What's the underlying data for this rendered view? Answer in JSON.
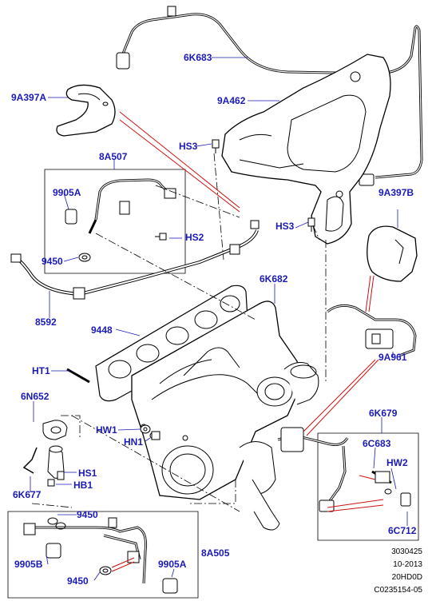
{
  "parts": {
    "p6K683": "6K683",
    "p9A397A": "9A397A",
    "p9A462": "9A462",
    "p8A507": "8A507",
    "pHS3a": "HS3",
    "p9905A_top": "9905A",
    "pHS3b": "HS3",
    "p9A397B": "9A397B",
    "pHS2": "HS2",
    "p9450_top": "9450",
    "p8592": "8592",
    "p6K682": "6K682",
    "p9448": "9448",
    "p9A961": "9A961",
    "pHT1": "HT1",
    "p6N652": "6N652",
    "p6K679": "6K679",
    "pHW1": "HW1",
    "pHN1": "HN1",
    "p6C683": "6C683",
    "pHW2": "HW2",
    "pHS1": "HS1",
    "pHB1": "HB1",
    "p6K677": "6K677",
    "p9450_mid": "9450",
    "p6C712": "6C712",
    "p9905B": "9905B",
    "p8A505": "8A505",
    "p9905A_bot": "9905A",
    "p9450_bot": "9450"
  },
  "reference": {
    "line1": "3030425",
    "line2": "10-2013",
    "line3": "20HD0D",
    "line4": "C0235154-05"
  },
  "colors": {
    "label": "#1a1ab8",
    "leader": "#1a1ab8",
    "accent": "#d01010",
    "line": "#000000",
    "shade": "#d4d4d4"
  }
}
